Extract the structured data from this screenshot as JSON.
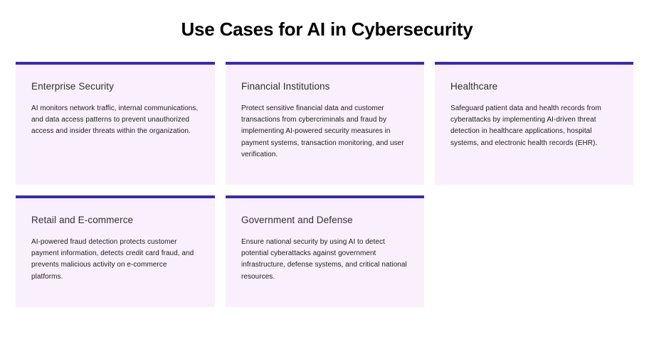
{
  "page": {
    "title": "Use Cases for AI in Cybersecurity",
    "accent_color": "#3b2ca8",
    "card_background": "#faf0fd",
    "background": "#ffffff"
  },
  "cards": [
    {
      "title": "Enterprise Security",
      "body": "AI monitors network traffic, internal communications, and data access patterns to prevent unauthorized access and insider threats within the organization."
    },
    {
      "title": "Financial Institutions",
      "body": "Protect sensitive financial data and customer transactions from cybercriminals and fraud by implementing AI-powered security measures in payment systems, transaction monitoring, and user verification."
    },
    {
      "title": "Healthcare",
      "body": "Safeguard patient data and health records from cyberattacks by implementing AI-driven threat detection in healthcare applications, hospital systems, and electronic health records (EHR)."
    },
    {
      "title": "Retail and E-commerce",
      "body": "AI-powered fraud detection protects customer payment information, detects credit card fraud, and prevents malicious activity on e-commerce platforms."
    },
    {
      "title": "Government and Defense",
      "body": "Ensure national security by using AI to detect potential cyberattacks against government infrastructure, defense systems, and critical national resources."
    }
  ]
}
